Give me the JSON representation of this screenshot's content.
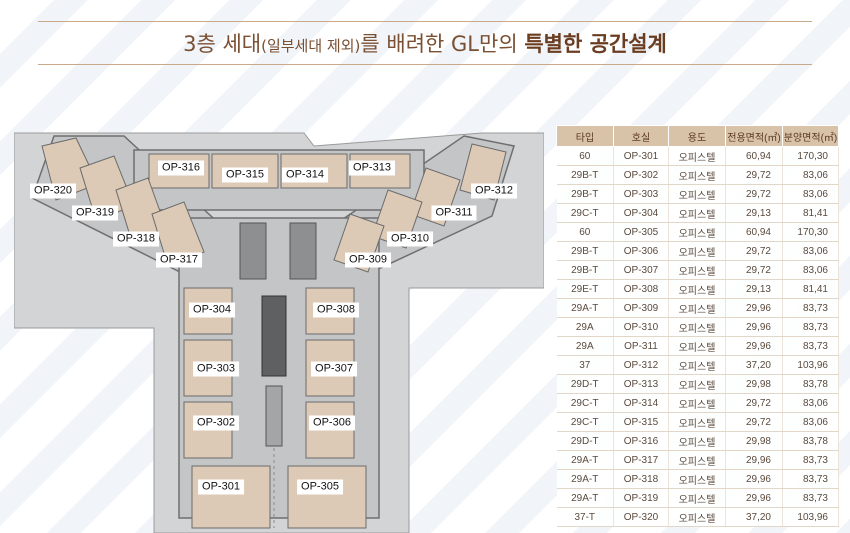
{
  "heading": {
    "part1": "3층 세대",
    "part2": "(일부세대 제외)",
    "part3": "를 배려한 GL만의 ",
    "part4": "특별한 공간설계"
  },
  "floor_plan": {
    "units": [
      {
        "id": "OP-316"
      },
      {
        "id": "OP-315"
      },
      {
        "id": "OP-314"
      },
      {
        "id": "OP-313"
      },
      {
        "id": "OP-320"
      },
      {
        "id": "OP-312"
      },
      {
        "id": "OP-319"
      },
      {
        "id": "OP-311"
      },
      {
        "id": "OP-318"
      },
      {
        "id": "OP-310"
      },
      {
        "id": "OP-317"
      },
      {
        "id": "OP-309"
      },
      {
        "id": "OP-304"
      },
      {
        "id": "OP-308"
      },
      {
        "id": "OP-303"
      },
      {
        "id": "OP-307"
      },
      {
        "id": "OP-302"
      },
      {
        "id": "OP-306"
      },
      {
        "id": "OP-301"
      },
      {
        "id": "OP-305"
      }
    ]
  },
  "table": {
    "headers": [
      "타입",
      "호실",
      "용도",
      "전용면적(㎡)",
      "분양면적(㎡)"
    ],
    "rows": [
      [
        "60",
        "OP-301",
        "오피스텔",
        "60,94",
        "170,30"
      ],
      [
        "29B-T",
        "OP-302",
        "오피스텔",
        "29,72",
        "83,06"
      ],
      [
        "29B-T",
        "OP-303",
        "오피스텔",
        "29,72",
        "83,06"
      ],
      [
        "29C-T",
        "OP-304",
        "오피스텔",
        "29,13",
        "81,41"
      ],
      [
        "60",
        "OP-305",
        "오피스텔",
        "60,94",
        "170,30"
      ],
      [
        "29B-T",
        "OP-306",
        "오피스텔",
        "29,72",
        "83,06"
      ],
      [
        "29B-T",
        "OP-307",
        "오피스텔",
        "29,72",
        "83,06"
      ],
      [
        "29E-T",
        "OP-308",
        "오피스텔",
        "29,13",
        "81,41"
      ],
      [
        "29A-T",
        "OP-309",
        "오피스텔",
        "29,96",
        "83,73"
      ],
      [
        "29A",
        "OP-310",
        "오피스텔",
        "29,96",
        "83,73"
      ],
      [
        "29A",
        "OP-311",
        "오피스텔",
        "29,96",
        "83,73"
      ],
      [
        "37",
        "OP-312",
        "오피스텔",
        "37,20",
        "103,96"
      ],
      [
        "29D-T",
        "OP-313",
        "오피스텔",
        "29,98",
        "83,78"
      ],
      [
        "29C-T",
        "OP-314",
        "오피스텔",
        "29,72",
        "83,06"
      ],
      [
        "29C-T",
        "OP-315",
        "오피스텔",
        "29,72",
        "83,06"
      ],
      [
        "29D-T",
        "OP-316",
        "오피스텔",
        "29,98",
        "83,78"
      ],
      [
        "29A-T",
        "OP-317",
        "오피스텔",
        "29,96",
        "83,73"
      ],
      [
        "29A-T",
        "OP-318",
        "오피스텔",
        "29,96",
        "83,73"
      ],
      [
        "29A-T",
        "OP-319",
        "오피스텔",
        "29,96",
        "83,73"
      ],
      [
        "37-T",
        "OP-320",
        "오피스텔",
        "37,20",
        "103,96"
      ]
    ]
  },
  "colors": {
    "title_text": "#7a4f32",
    "title_rule": "#c9a989",
    "header_bg": "#d8c2a8",
    "unit_floor": "#d9c7b3",
    "corridor": "#bfc1c3",
    "terrace": "#d2d3d4"
  }
}
